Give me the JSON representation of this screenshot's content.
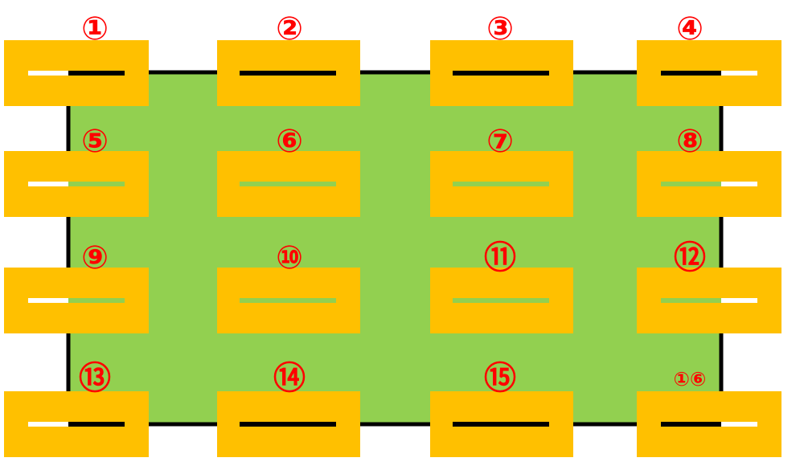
{
  "colors": {
    "board_fill": "#92d050",
    "board_border": "#000000",
    "pad_fill": "#ffc000",
    "slot_outer": "#ffffff",
    "label_red": "#ff0000"
  },
  "pads": [
    {
      "label": "①"
    },
    {
      "label": "②"
    },
    {
      "label": "③"
    },
    {
      "label": "④"
    },
    {
      "label": "⑤"
    },
    {
      "label": "⑥"
    },
    {
      "label": "⑦"
    },
    {
      "label": "⑧"
    },
    {
      "label": "⑨"
    },
    {
      "label": "⑩"
    },
    {
      "label": "⑪"
    },
    {
      "label": "⑫"
    },
    {
      "label": "⑬"
    },
    {
      "label": "⑭"
    },
    {
      "label": "⑮"
    },
    {
      "label": "①⑥"
    }
  ]
}
